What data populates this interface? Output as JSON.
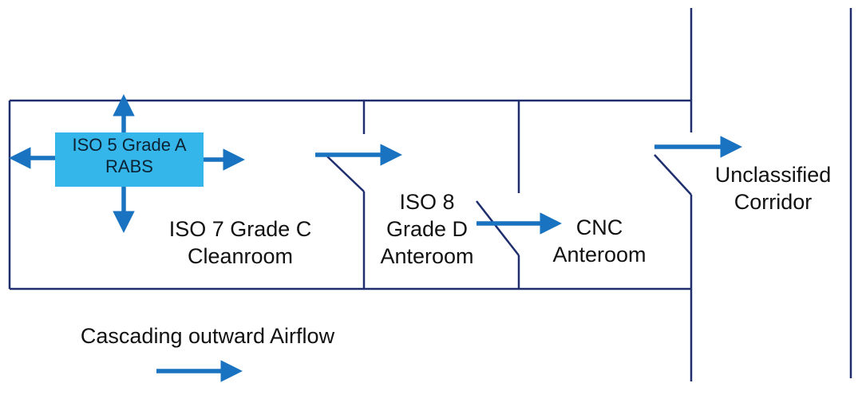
{
  "colors": {
    "wall": "#1f2f6e",
    "arrow": "#1a73c1",
    "rabs_fill": "#35b6ea"
  },
  "rooms": {
    "rabs": {
      "line1": "ISO 5 Grade A",
      "line2": "RABS"
    },
    "iso7": {
      "line1": "ISO 7 Grade C",
      "line2": "Cleanroom"
    },
    "iso8": {
      "line1": "ISO 8",
      "line2": "Grade D",
      "line3": "Anteroom"
    },
    "cnc": {
      "line1": "CNC",
      "line2": "Anteroom"
    },
    "corridor": {
      "line1": "Unclassified",
      "line2": "Corridor"
    }
  },
  "legend": {
    "label": "Cascading outward Airflow"
  }
}
